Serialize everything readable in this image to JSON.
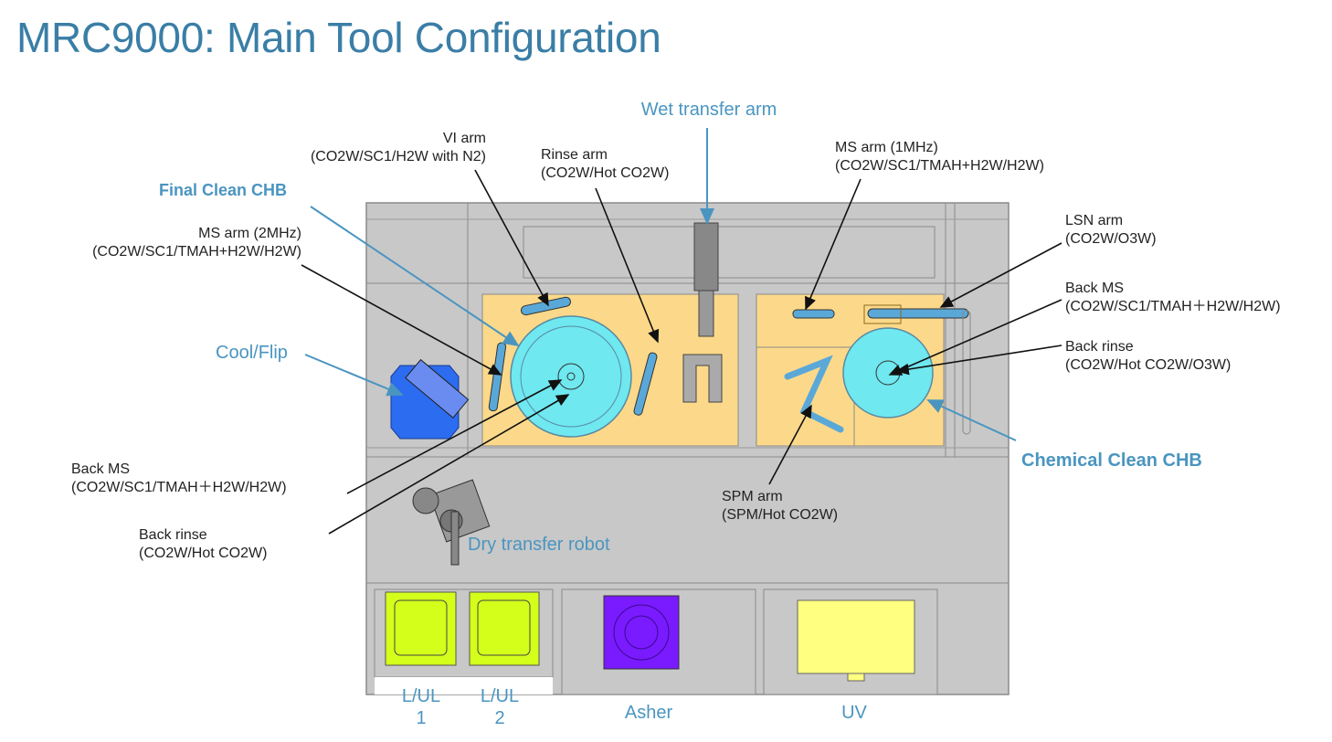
{
  "title": "MRC9000: Main Tool Configuration",
  "labels": {
    "wet_transfer_arm": "Wet transfer arm",
    "vi_arm": {
      "name": "VI arm",
      "chem": "(CO2W/SC1/H2W with N2)"
    },
    "rinse_arm": {
      "name": "Rinse arm",
      "chem": "(CO2W/Hot CO2W)"
    },
    "ms_arm_1mhz": {
      "name": "MS arm  (1MHz)",
      "chem": "(CO2W/SC1/TMAH+H2W/H2W)"
    },
    "final_clean_chb": "Final Clean CHB",
    "ms_arm_2mhz": {
      "name": "MS arm (2MHz)",
      "chem": "(CO2W/SC1/TMAH+H2W/H2W)"
    },
    "lsn_arm": {
      "name": "LSN arm",
      "chem": "(CO2W/O3W)"
    },
    "back_ms_right": {
      "name": "Back MS",
      "chem": "(CO2W/SC1/TMAH＋H2W/H2W)"
    },
    "back_rinse_right": {
      "name": "Back rinse",
      "chem": "(CO2W/Hot CO2W/O3W)"
    },
    "cool_flip": "Cool/Flip",
    "chemical_clean_chb": "Chemical Clean CHB",
    "back_ms_left": {
      "name": "Back MS",
      "chem": "(CO2W/SC1/TMAH＋H2W/H2W)"
    },
    "back_rinse_left": {
      "name": "Back rinse",
      "chem": "(CO2W/Hot CO2W)"
    },
    "spm_arm": {
      "name": "SPM arm",
      "chem": "(SPM/Hot CO2W)"
    },
    "dry_transfer_robot": "Dry transfer robot",
    "lul1": {
      "line1": "L/UL",
      "line2": "1"
    },
    "lul2": {
      "line1": "L/UL",
      "line2": "2"
    },
    "asher": "Asher",
    "uv": "UV"
  },
  "colors": {
    "title": "#3a7ea6",
    "callout_blue": "#4a95c0",
    "chamber_yellow": "#fcd98a",
    "wafer_cyan": "#6fe8f0",
    "frame_gray": "#c8c8c8",
    "loadport_green": "#d4ff1a",
    "asher_purple": "#7a1aff",
    "uv_yellow": "#ffff80",
    "coolflip_blue": "#2c6cf0"
  }
}
